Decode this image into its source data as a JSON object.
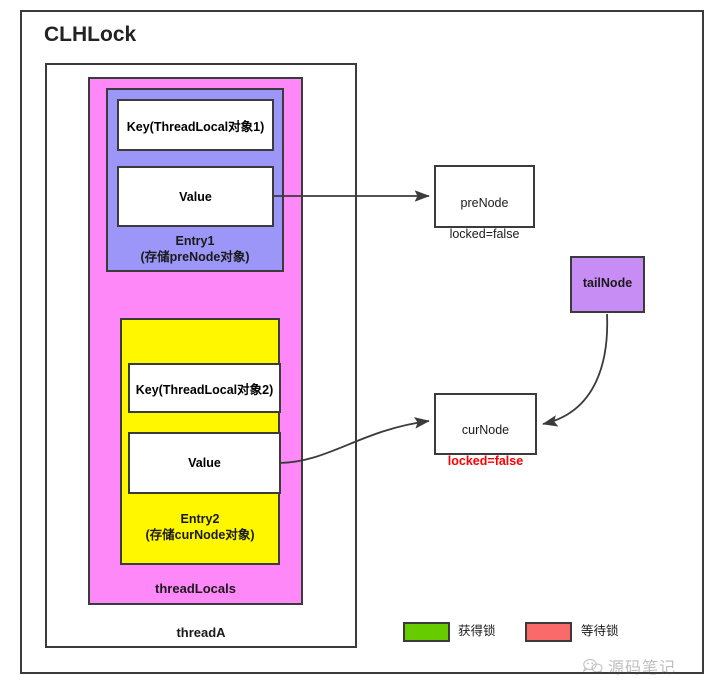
{
  "diagram": {
    "title": "CLHLock",
    "thread_frame": {
      "label": "threadA"
    },
    "thread_locals": {
      "label": "threadLocals",
      "color": "#FF88F9"
    },
    "entry1": {
      "label": "Entry1\n(存储preNode对象)",
      "color": "#9B96F7",
      "key": "Key(ThreadLocal对象1)",
      "value": "Value"
    },
    "entry2": {
      "label": "Entry2\n(存储curNode对象)",
      "color": "#FFF700",
      "key": "Key(ThreadLocal对象2)",
      "value": "Value"
    },
    "nodes": {
      "pre_node": {
        "name": "preNode",
        "locked": "locked=false",
        "color": "#FFFFFF"
      },
      "cur_node": {
        "name": "curNode",
        "locked": "locked=false",
        "locked_color": "#FF0000",
        "color": "#FFFFFF"
      },
      "tail_node": {
        "name": "tailNode",
        "color": "#C88CF5"
      }
    },
    "legend": [
      {
        "swatch_color": "#66CC00",
        "label": "获得锁"
      },
      {
        "swatch_color": "#FA6A6A",
        "label": "等待锁"
      }
    ],
    "watermark": {
      "text": "源码笔记",
      "icon": "wechat-icon"
    }
  }
}
